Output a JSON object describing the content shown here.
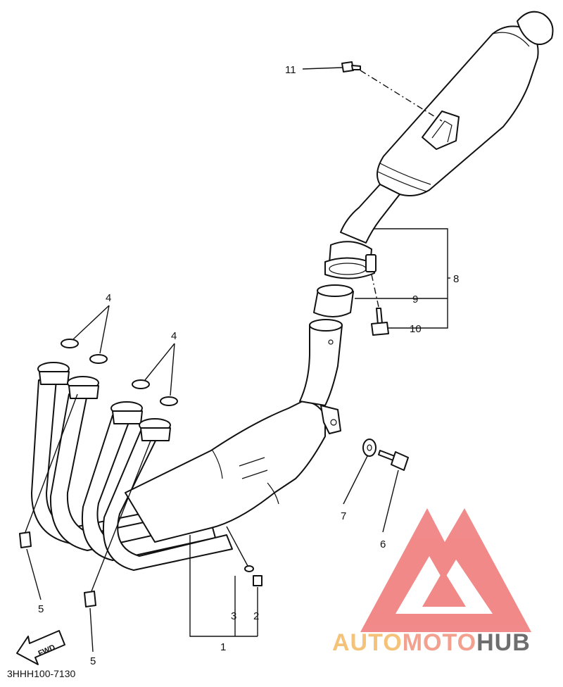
{
  "diagram": {
    "code": "3HHH100-7130",
    "fwd_label": "FWD"
  },
  "callouts": [
    {
      "id": "c11",
      "label": "11"
    },
    {
      "id": "c8",
      "label": "8"
    },
    {
      "id": "c9",
      "label": "9"
    },
    {
      "id": "c10",
      "label": "10"
    },
    {
      "id": "c4a",
      "label": "4"
    },
    {
      "id": "c4b",
      "label": "4"
    },
    {
      "id": "c7",
      "label": "7"
    },
    {
      "id": "c6",
      "label": "6"
    },
    {
      "id": "c5a",
      "label": "5"
    },
    {
      "id": "c5b",
      "label": "5"
    },
    {
      "id": "c3",
      "label": "3"
    },
    {
      "id": "c2",
      "label": "2"
    },
    {
      "id": "c1",
      "label": "1"
    }
  ],
  "watermark": {
    "part1": "AUTO",
    "part2": "MOTO",
    "part3": "HUB",
    "color1": "#f5c27a",
    "color2": "#f4a08e",
    "color3": "#6e6e6e",
    "logo_color": "#f07d7d"
  }
}
